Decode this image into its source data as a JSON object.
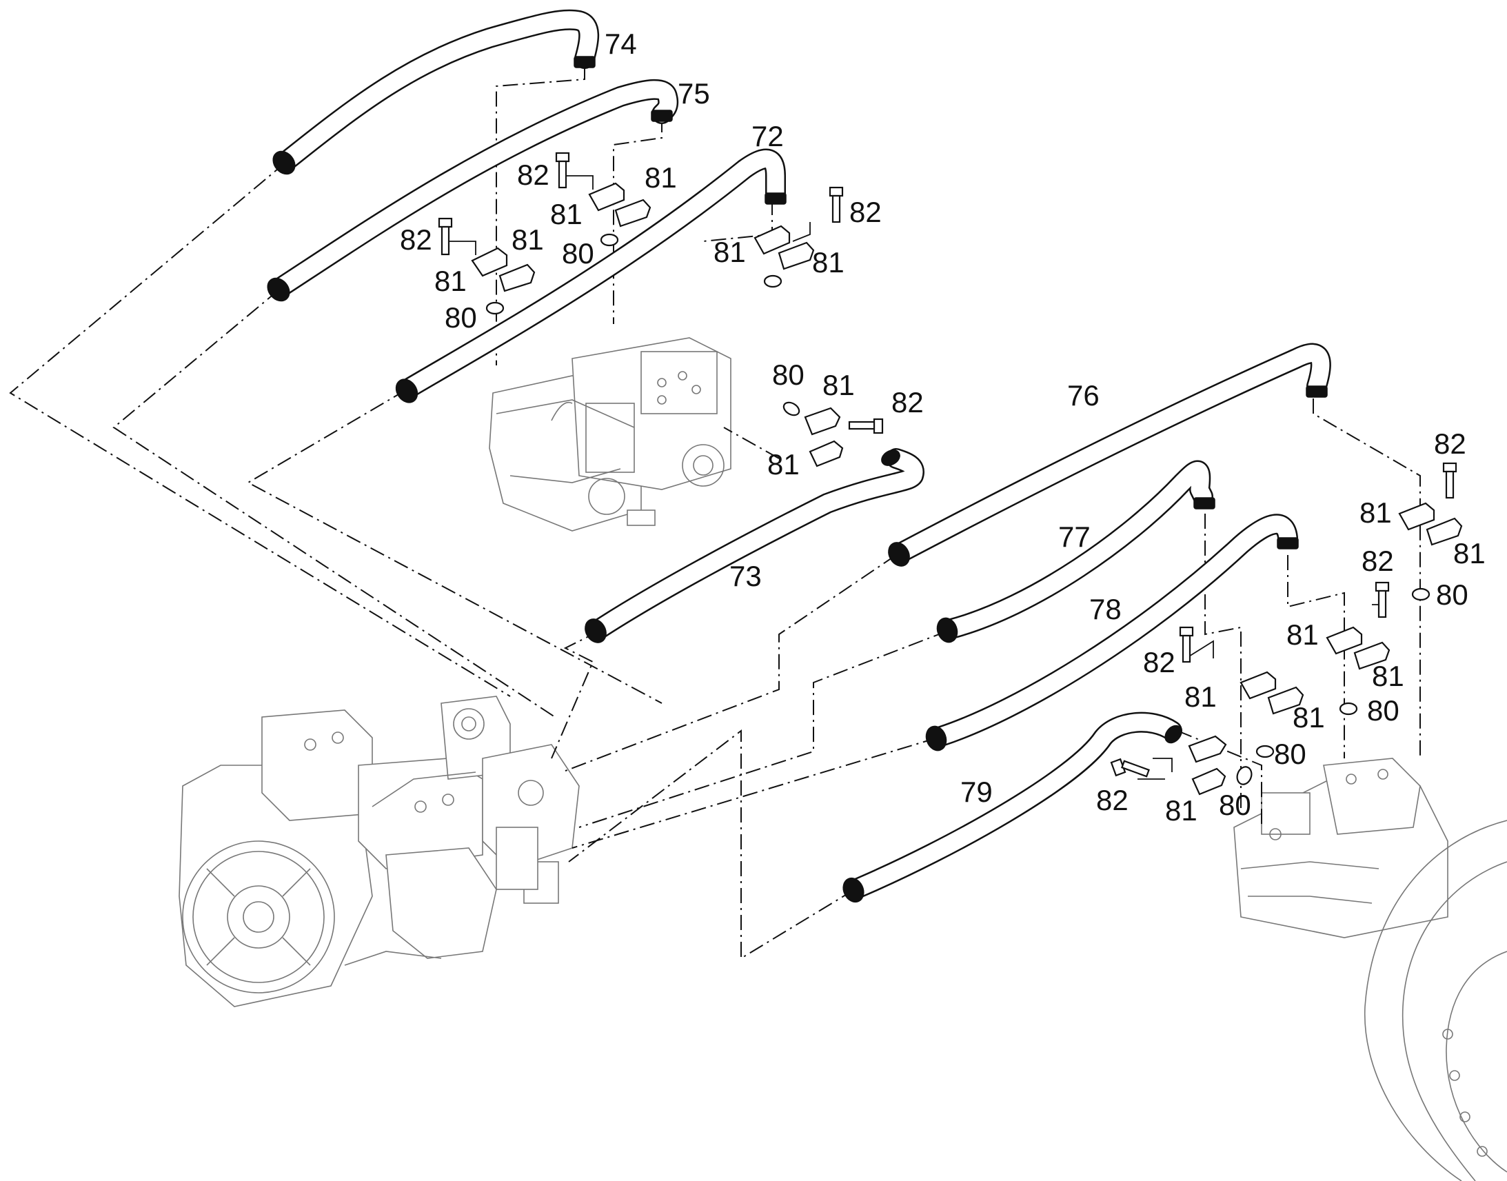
{
  "callouts": {
    "c72": "72",
    "c73": "73",
    "c74": "74",
    "c75": "75",
    "c76": "76",
    "c77": "77",
    "c78": "78",
    "c79": "79",
    "c80": "80",
    "c81": "81",
    "c82": "82"
  },
  "icons": {
    "hose": "hose-assembly-icon",
    "flange_clamp": "split-flange-clamp-icon",
    "bolt": "hex-bolt-icon",
    "o_ring": "o-ring-icon",
    "pump_assembly": "hydraulic-pump-assembly-icon",
    "transmission_housing": "transmission-housing-icon"
  },
  "colors": {
    "line": "#111111",
    "background_component": "#777777",
    "background": "#ffffff"
  }
}
